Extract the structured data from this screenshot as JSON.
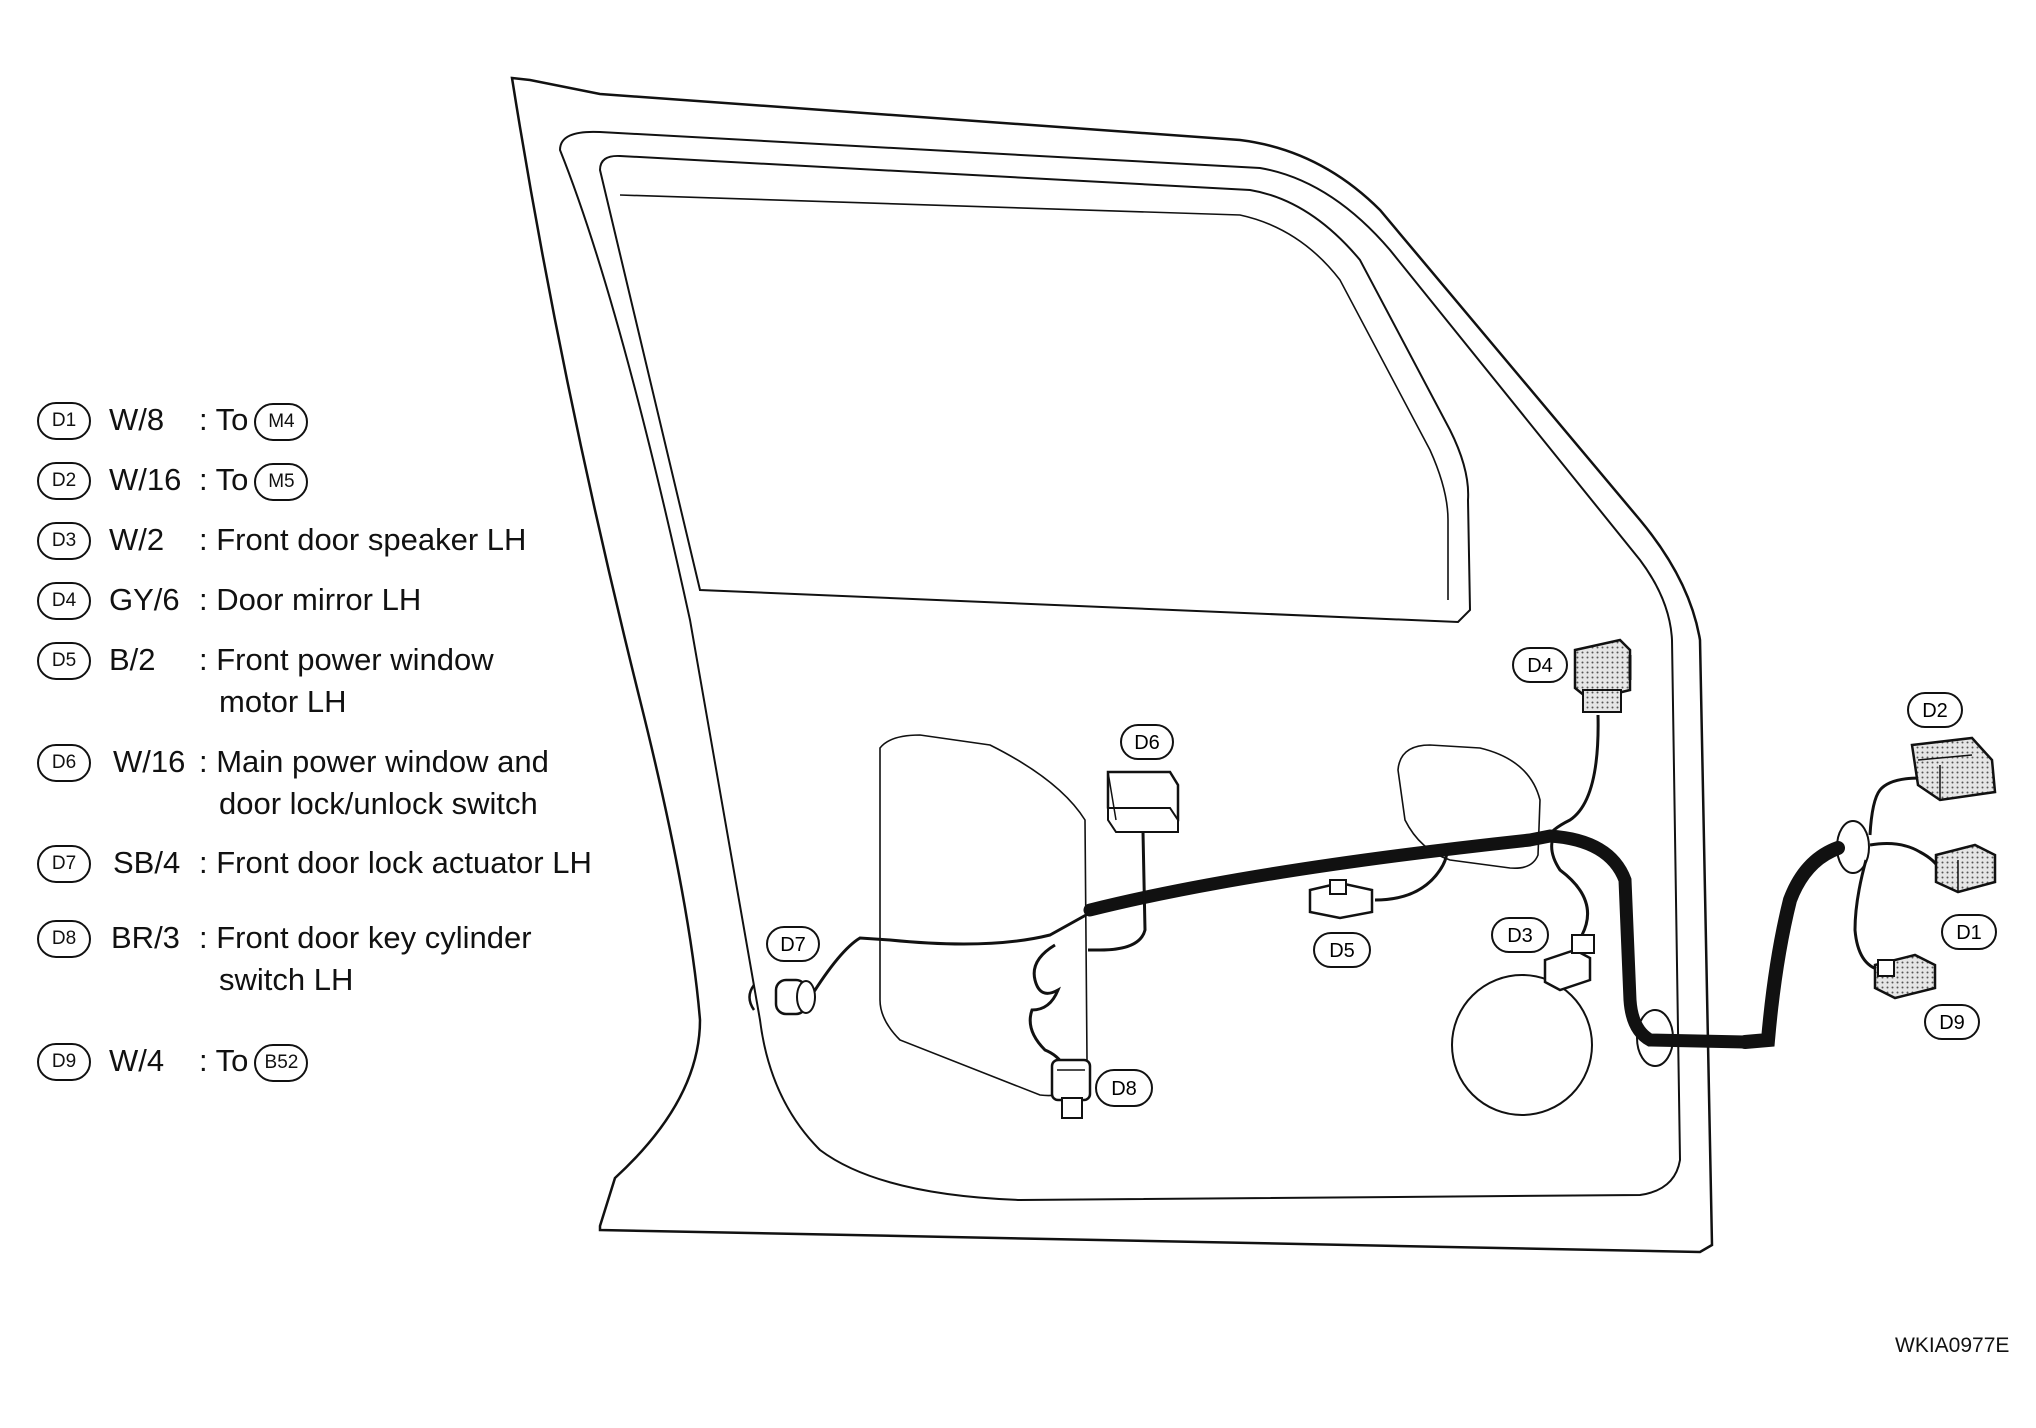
{
  "legend": [
    {
      "id": "D1",
      "wire": "W/8",
      "desc": "To",
      "to": "M4"
    },
    {
      "id": "D2",
      "wire": "W/16",
      "desc": "To",
      "to": "M5"
    },
    {
      "id": "D3",
      "wire": "W/2",
      "desc": "Front door speaker LH"
    },
    {
      "id": "D4",
      "wire": "GY/6",
      "desc": "Door mirror LH"
    },
    {
      "id": "D5",
      "wire": "B/2",
      "desc": "Front power window",
      "desc2": "motor LH"
    },
    {
      "id": "D6",
      "wire": "W/16",
      "desc": "Main power window and",
      "desc2": "door lock/unlock switch"
    },
    {
      "id": "D7",
      "wire": "SB/4",
      "desc": "Front door lock actuator LH"
    },
    {
      "id": "D8",
      "wire": "BR/3",
      "desc": "Front door key cylinder",
      "desc2": "switch LH"
    },
    {
      "id": "D9",
      "wire": "W/4",
      "desc": "To",
      "to": "B52"
    }
  ],
  "diagram_labels": {
    "d1": "D1",
    "d2": "D2",
    "d3": "D3",
    "d4": "D4",
    "d5": "D5",
    "d6": "D6",
    "d7": "D7",
    "d8": "D8",
    "d9": "D9"
  },
  "figure_id": "WKIA0977E",
  "colors": {
    "line": "#111111",
    "connector_fill": "#c8c8c8",
    "background": "#ffffff"
  }
}
